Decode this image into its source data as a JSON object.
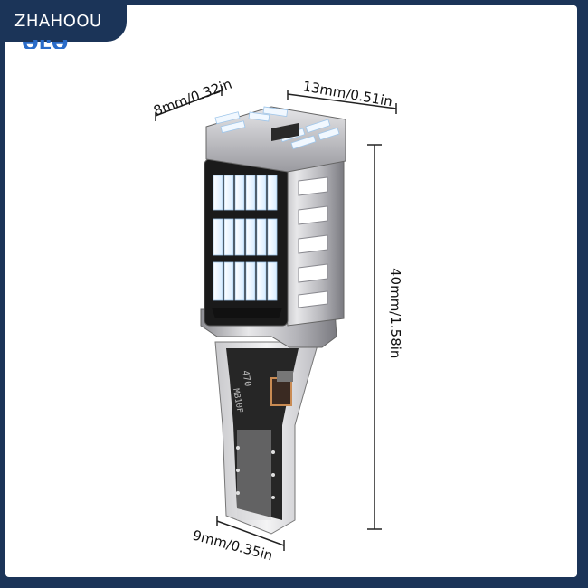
{
  "brand": {
    "name": "ZHAHOOU"
  },
  "dimensions": {
    "width_side": "8mm/0.32in",
    "width_front": "13mm/0.51in",
    "height": "40mm/1.58in",
    "base_width": "9mm/0.35in"
  },
  "markings": {
    "resistor_code": "470",
    "chip_label": "MB10F"
  },
  "colors": {
    "border": "#1b3458",
    "background": "#ffffff",
    "led_glow": "#eaf4ff",
    "pcb": "#1a1a1a",
    "metal": "#c9c9cc"
  }
}
